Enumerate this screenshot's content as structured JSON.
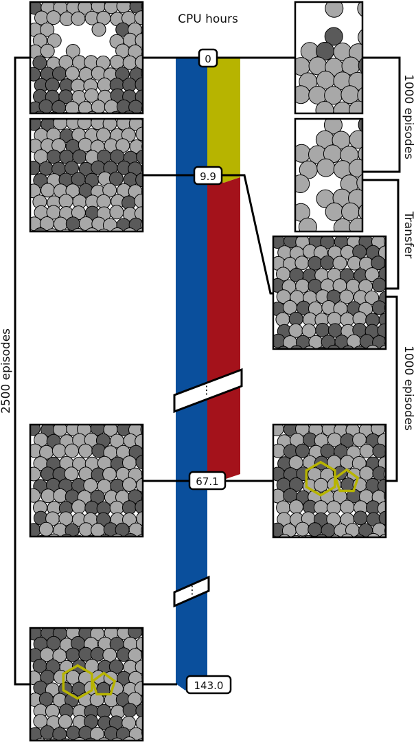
{
  "header": {
    "cpu_hours": "CPU hours"
  },
  "markers": {
    "m0": "0",
    "m1": "9.9",
    "m2": "67.1",
    "m3": "143.0"
  },
  "brackets": {
    "left": "2500 episodes",
    "right_top": "1000 episodes",
    "right_mid": "Transfer",
    "right_bottom": "1000 episodes"
  },
  "colors": {
    "blue_bar": "#0a4f9c",
    "olive_bar": "#b7b400",
    "red_bar": "#a4121b",
    "disc_light": "#a8a8a8",
    "disc_dark": "#5a5a5a",
    "motif": "#b7b400"
  },
  "panels": [
    {
      "id": "left-1"
    },
    {
      "id": "left-2"
    },
    {
      "id": "left-3"
    },
    {
      "id": "left-4"
    },
    {
      "id": "right-1"
    },
    {
      "id": "right-2"
    },
    {
      "id": "right-3"
    },
    {
      "id": "right-4"
    }
  ]
}
